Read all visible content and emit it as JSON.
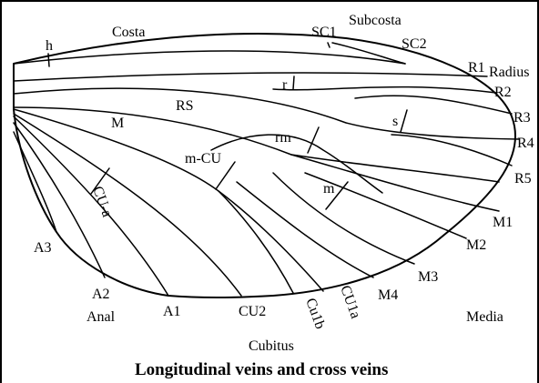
{
  "diagram": {
    "caption": "Longitudinal veins and cross veins",
    "labels": {
      "h": "h",
      "costa": "Costa",
      "sc1": "SC1",
      "subcosta": "Subcosta",
      "sc2": "SC2",
      "r1": "R1",
      "radius": "Radius",
      "r2": "R2",
      "r3": "R3",
      "r4": "R4",
      "r5": "R5",
      "r": "r",
      "s": "s",
      "rs": "RS",
      "m_vein": "M",
      "rm": "rm",
      "m_cu": "m-CU",
      "m_cross": "m",
      "cu_a": "CU-a",
      "a3": "A3",
      "a2": "A2",
      "anal": "Anal",
      "a1": "A1",
      "cu2": "CU2",
      "cu1b": "Cu1b",
      "cu1a": "CU1a",
      "m4": "M4",
      "m3": "M3",
      "m2": "M2",
      "m1": "M1",
      "media": "Media",
      "cubitus": "Cubitus"
    }
  }
}
